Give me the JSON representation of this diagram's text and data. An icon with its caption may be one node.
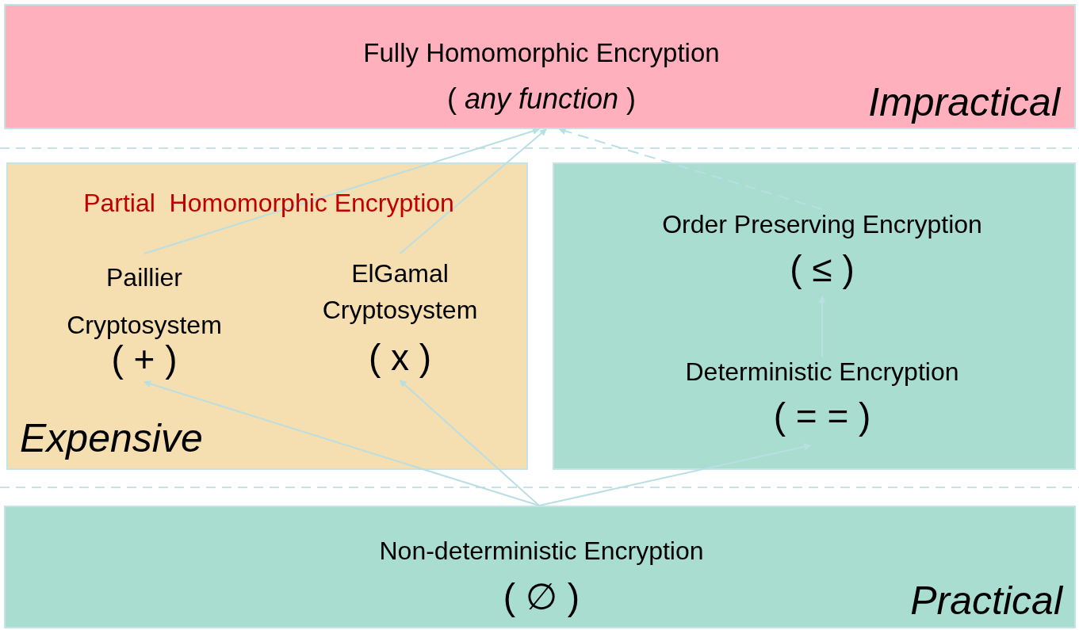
{
  "diagram": {
    "nodes": [
      {
        "text": [
          "Fully Homomorphic Encryption",
          "( *any function* )",
          "Impractical"
        ]
      },
      {
        "text": [
          "Partial  Homomorphic Encryption",
          "Expensive"
        ]
      },
      {
        "text": [
          "Paillier Cryptosystem",
          "( + )"
        ],
        "in": 1
      },
      {
        "text": [
          "ElGamal Cryptosystem",
          "( x )"
        ],
        "in": 1
      },
      {
        "text": [],
        "shape": "box"
      },
      {
        "text": [
          "Order Preserving Encryption",
          "( ≤ )"
        ],
        "in": 4
      },
      {
        "text": [
          "Deterministic Encryption",
          "( = = )"
        ],
        "in": 4
      },
      {
        "text": [
          "Non-deterministic Encryption",
          "( ∅ )",
          "Practical"
        ]
      }
    ],
    "edges": [
      {
        "from": 7,
        "to": 2,
        "arrow": "to"
      },
      {
        "from": 7,
        "to": 3,
        "arrow": "to"
      },
      {
        "from": 7,
        "to": 6,
        "arrow": "to"
      },
      {
        "from": 2,
        "to": 0,
        "arrow": "to"
      },
      {
        "from": 3,
        "to": 0,
        "arrow": "to"
      },
      {
        "from": 5,
        "to": 0,
        "arrow": "to",
        "style": "dashed"
      },
      {
        "from": 6,
        "to": 5,
        "arrow": "to"
      }
    ]
  }
}
